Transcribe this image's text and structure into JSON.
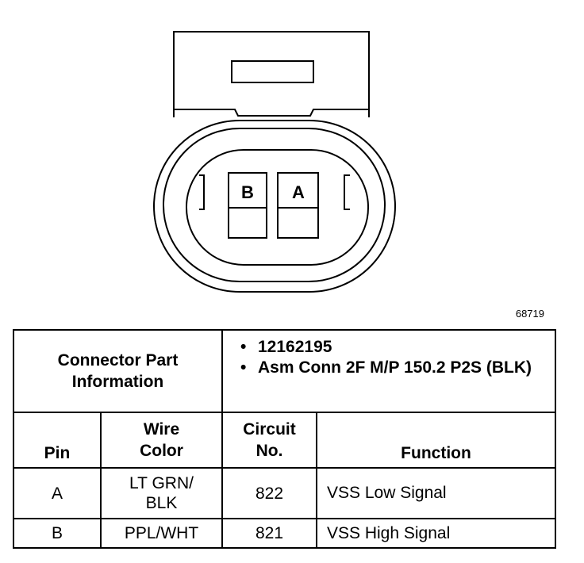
{
  "diagram": {
    "pin_labels": [
      "B",
      "A"
    ],
    "reference_number": "68719"
  },
  "connector_info": {
    "label_line1": "Connector Part",
    "label_line2": "Information",
    "part_items": [
      "12162195",
      "Asm Conn 2F M/P 150.2 P2S (BLK)"
    ]
  },
  "pin_table": {
    "headers": {
      "pin": "Pin",
      "wire_color_line1": "Wire",
      "wire_color_line2": "Color",
      "circuit_line1": "Circuit",
      "circuit_line2": "No.",
      "function": "Function"
    },
    "rows": [
      {
        "pin": "A",
        "wire_color_line1": "LT GRN/",
        "wire_color_line2": "BLK",
        "circuit": "822",
        "function": "VSS Low Signal"
      },
      {
        "pin": "B",
        "wire_color_line1": "PPL/WHT",
        "wire_color_line2": "",
        "circuit": "821",
        "function": "VSS High Signal"
      }
    ]
  }
}
